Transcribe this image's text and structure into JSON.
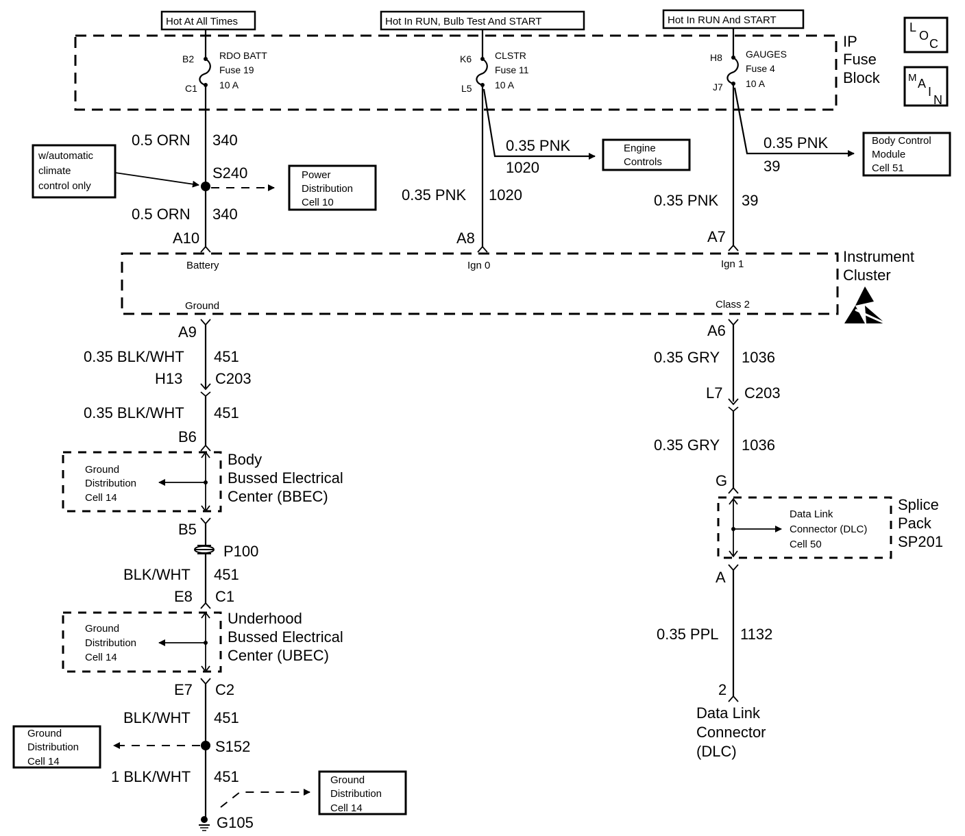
{
  "diagram": {
    "type": "wiring-schematic",
    "header_labels": {
      "hot_all_times": "Hot At All Times",
      "hot_run_bulb_start": "Hot In RUN, Bulb Test And START",
      "hot_run_start": "Hot In RUN And START"
    },
    "nav_buttons": {
      "loc": [
        "L",
        "O",
        "C"
      ],
      "main": [
        "M",
        "A",
        "I",
        "N"
      ]
    },
    "ip_fuse_block": {
      "title": [
        "IP",
        "Fuse",
        "Block"
      ],
      "fuses": [
        {
          "in_pin": "B2",
          "out_pin": "C1",
          "name": "RDO BATT",
          "fuse": "Fuse 19",
          "rating": "10 A"
        },
        {
          "in_pin": "K6",
          "out_pin": "L5",
          "name": "CLSTR",
          "fuse": "Fuse 11",
          "rating": "10 A"
        },
        {
          "in_pin": "H8",
          "out_pin": "J7",
          "name": "GAUGES",
          "fuse": "Fuse 4",
          "rating": "10 A"
        }
      ]
    },
    "left_circuit": {
      "wire_upper": {
        "color": "0.5 ORN",
        "circuit": "340"
      },
      "splice": "S240",
      "note_box": [
        "w/automatic",
        "climate",
        "control only"
      ],
      "power_dist_box": [
        "Power",
        "Distribution",
        "Cell 10"
      ],
      "wire_lower": {
        "color": "0.5 ORN",
        "circuit": "340"
      },
      "pin": "A10"
    },
    "middle_circuit": {
      "branch_wire": {
        "color": "0.35 PNK",
        "circuit": "1020"
      },
      "engine_box": [
        "Engine",
        "Controls"
      ],
      "wire": {
        "color": "0.35 PNK",
        "circuit": "1020"
      },
      "pin": "A8"
    },
    "right_circuit": {
      "branch_wire": {
        "color": "0.35 PNK",
        "circuit": "39"
      },
      "bcm_box": [
        "Body Control",
        "Module",
        "Cell 51"
      ],
      "wire": {
        "color": "0.35 PNK",
        "circuit": "39"
      },
      "pin": "A7"
    },
    "instrument_cluster": {
      "title": [
        "Instrument",
        "Cluster"
      ],
      "terminals": {
        "battery": "Battery",
        "ign0": "Ign 0",
        "ign1": "Ign 1",
        "ground": "Ground",
        "class2": "Class 2"
      },
      "esd_icon": "electrostatic-discharge-warning"
    },
    "ground_path": {
      "pin_a9": "A9",
      "wire1": {
        "color": "0.35 BLK/WHT",
        "circuit": "451"
      },
      "conn1": {
        "pin": "H13",
        "connector": "C203"
      },
      "wire2": {
        "color": "0.35 BLK/WHT",
        "circuit": "451"
      },
      "pin_b6": "B6",
      "bbec": {
        "title": [
          "Body",
          "Bussed Electrical",
          "Center (BBEC)"
        ],
        "ref": [
          "Ground",
          "Distribution",
          "Cell 14"
        ]
      },
      "pin_b5": "B5",
      "pass_through": "P100",
      "wire3": {
        "color": "BLK/WHT",
        "circuit": "451"
      },
      "conn2": {
        "pin": "E8",
        "connector": "C1"
      },
      "ubec": {
        "title": [
          "Underhood",
          "Bussed Electrical",
          "Center (UBEC)"
        ],
        "ref": [
          "Ground",
          "Distribution",
          "Cell 14"
        ]
      },
      "conn3": {
        "pin": "E7",
        "connector": "C2"
      },
      "wire4": {
        "color": "BLK/WHT",
        "circuit": "451"
      },
      "splice": "S152",
      "splice_ref": [
        "Ground",
        "Distribution",
        "Cell 14"
      ],
      "wire5": {
        "color": "1 BLK/WHT",
        "circuit": "451"
      },
      "ground": "G105",
      "ground_ref": [
        "Ground",
        "Distribution",
        "Cell 14"
      ]
    },
    "data_path": {
      "pin_a6": "A6",
      "wire1": {
        "color": "0.35 GRY",
        "circuit": "1036"
      },
      "conn": {
        "pin": "L7",
        "connector": "C203"
      },
      "wire2": {
        "color": "0.35 GRY",
        "circuit": "1036"
      },
      "pin_g": "G",
      "splice_pack": {
        "title": [
          "Splice",
          "Pack",
          "SP201"
        ],
        "ref": [
          "Data Link",
          "Connector (DLC)",
          "Cell 50"
        ]
      },
      "pin_a": "A",
      "wire3": {
        "color": "0.35 PPL",
        "circuit": "1132"
      },
      "pin_2": "2",
      "dlc": [
        "Data Link",
        "Connector",
        "(DLC)"
      ]
    }
  }
}
